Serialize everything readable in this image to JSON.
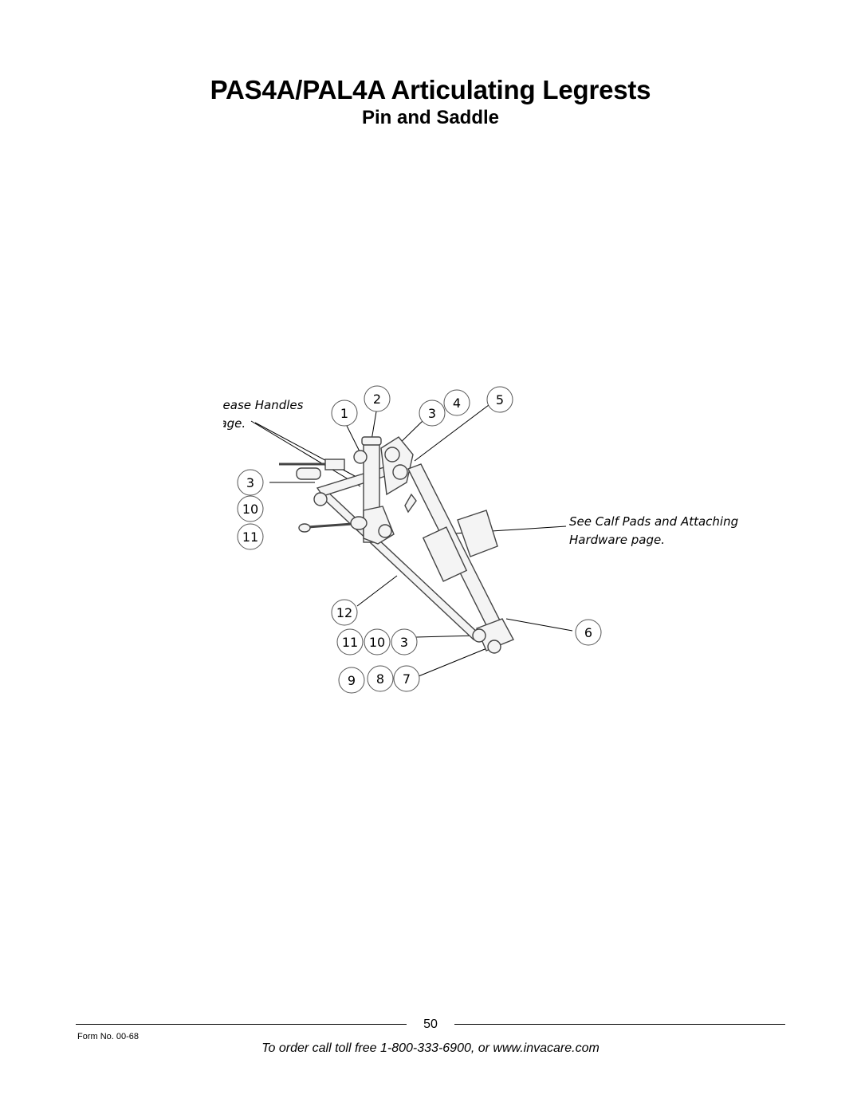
{
  "header": {
    "title": "PAS4A/PAL4A Articulating Legrests",
    "subtitle": "Pin and Saddle"
  },
  "diagram": {
    "callouts": {
      "release_handles_line1": "See Legrest Release Handles",
      "release_handles_line2": "and Ratchets page.",
      "calf_pads_line1": "See Calf Pads and Attaching",
      "calf_pads_line2": "Hardware page."
    },
    "labels": {
      "n1": "1",
      "n2": "2",
      "n3a": "3",
      "n4": "4",
      "n5": "5",
      "n3b": "3",
      "n10a": "10",
      "n11a": "11",
      "n12": "12",
      "n11b": "11",
      "n10b": "10",
      "n3c": "3",
      "n6": "6",
      "n9": "9",
      "n8": "8",
      "n7": "7"
    }
  },
  "footer": {
    "page_number": "50",
    "form_no": "Form No.  00-68",
    "order_text": "To order call toll free 1-800-333-6900, or www.invacare.com"
  }
}
